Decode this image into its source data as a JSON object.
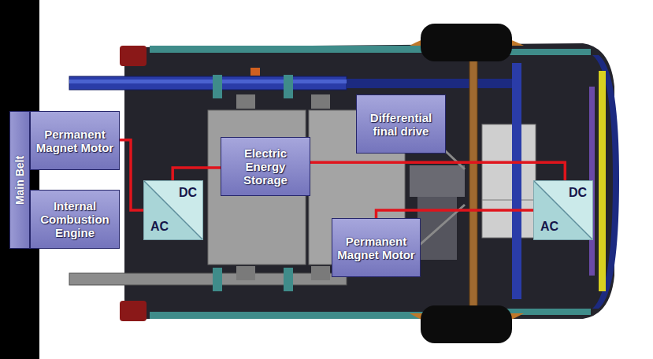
{
  "diagram": {
    "nodes": [
      {
        "text": [
          "Main Belt"
        ]
      },
      {
        "text": [
          "Permanent Magnet Motor"
        ]
      },
      {
        "text": [
          "Internal Combustion Engine"
        ]
      },
      {
        "text": [
          "DC",
          "AC"
        ]
      },
      {
        "text": [
          "Electric Energy Storage"
        ]
      },
      {
        "text": [
          "Differential final drive"
        ]
      },
      {
        "text": [
          "Permanent Magnet Motor"
        ]
      },
      {
        "text": [
          "DC",
          "AC"
        ]
      }
    ],
    "edges": [
      {
        "from": 1,
        "to": 3,
        "arrow": "none"
      },
      {
        "from": 3,
        "to": 4,
        "arrow": "none"
      },
      {
        "from": 4,
        "to": 7,
        "arrow": "none"
      },
      {
        "from": 6,
        "to": 7,
        "arrow": "none"
      }
    ]
  }
}
